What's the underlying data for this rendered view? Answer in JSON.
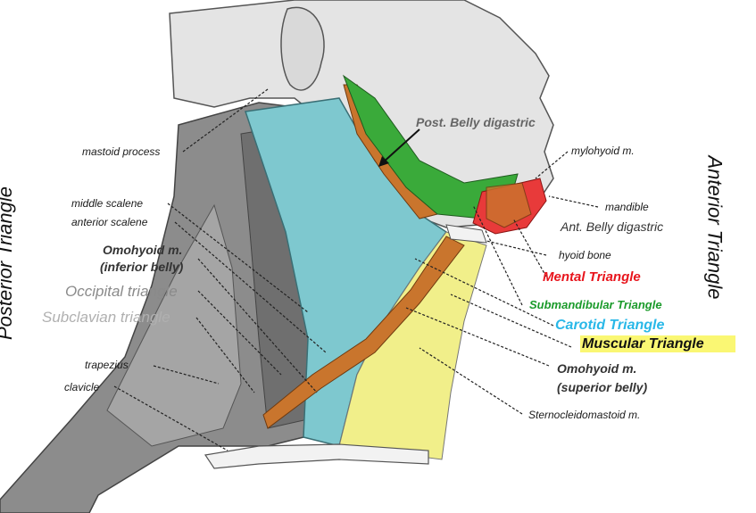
{
  "side_labels": {
    "posterior": "Posterior Triangle",
    "anterior": "Anterior Triangle"
  },
  "labels": {
    "mastoid_process": "mastoid process",
    "middle_scalene": "middle scalene",
    "anterior_scalene": "anterior scalene",
    "omohyoid_inferior_1": "Omohyoid m.",
    "omohyoid_inferior_2": "(inferior belly)",
    "occipital_triangle": "Occipital triangle",
    "subclavian_triangle": "Subclavian triangle",
    "trapezius": "trapezius",
    "clavicle": "clavicle",
    "post_belly_digastric": "Post. Belly digastric",
    "mylohyoid": "mylohyoid m.",
    "mandible": "mandible",
    "ant_belly_digastric": "Ant. Belly digastric",
    "hyoid_bone": "hyoid bone",
    "omohyoid_superior_1": "Omohyoid m.",
    "omohyoid_superior_2": "(superior belly)",
    "sternocleidomastoid": "Sternocleidomastoid m."
  },
  "triangles": {
    "mental": "Mental Triangle",
    "submandibular": "Submandibular Triangle",
    "carotid": "Carotid Triangle",
    "muscular": "Muscular Triangle"
  },
  "colors": {
    "mental": "#e8141c",
    "submandibular": "#1a9a2a",
    "carotid": "#29b8e8",
    "muscular": "#111111",
    "muscular_highlight": "#f5f000",
    "scm": "#7ec8cf",
    "omohyoid": "#c9752d",
    "muscular_region": "#f1ef8a",
    "submandibular_region": "#3aaa3a",
    "mental_region": "#e83a3a",
    "skin": "#e4e4e4",
    "muscle_grey": "#8c8c8c"
  }
}
